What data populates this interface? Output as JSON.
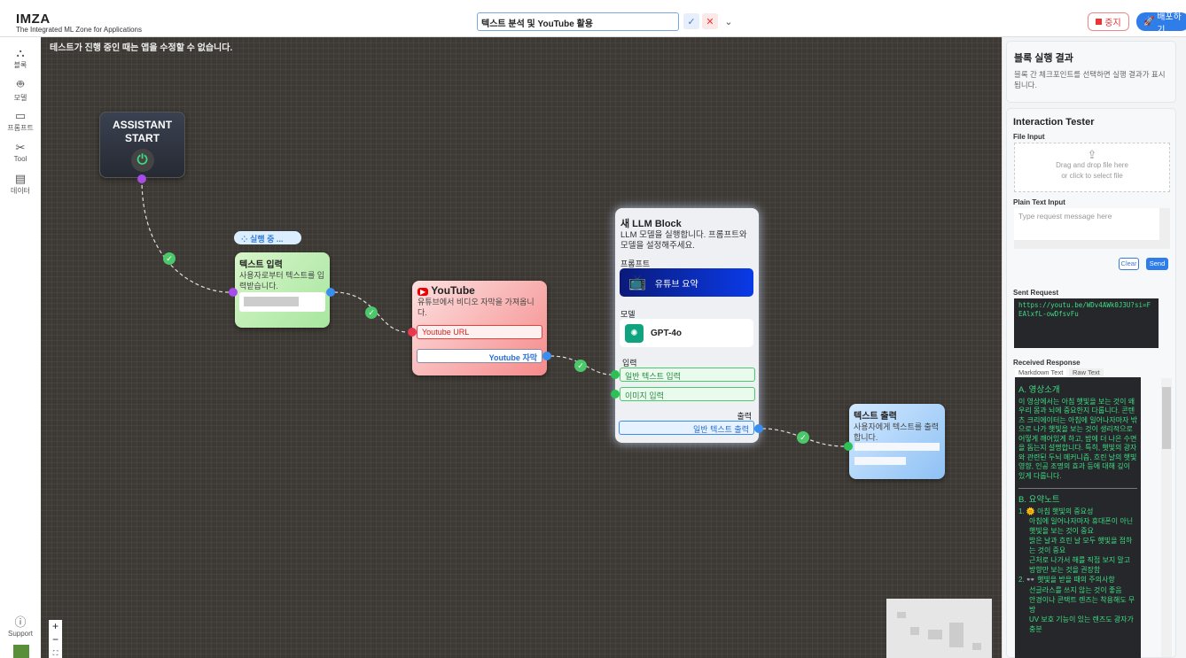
{
  "app": {
    "name": "IMZA",
    "subtitle": "The Integrated ML Zone for Applications"
  },
  "header": {
    "title_value": "텍스트 분석 및 YouTube 활용",
    "stop_label": "중지",
    "deploy_label": "배포하기"
  },
  "sidebar": {
    "items": [
      {
        "label": "블록",
        "icon": "blocks-icon"
      },
      {
        "label": "모델",
        "icon": "robot-icon"
      },
      {
        "label": "프롬프트",
        "icon": "terminal-icon"
      },
      {
        "label": "Tool",
        "icon": "tools-icon"
      },
      {
        "label": "데이터",
        "icon": "table-icon"
      }
    ],
    "support": "Support"
  },
  "canvas": {
    "notice": "테스트가 진행 중인 때는 앱을 수정할 수 없습니다.",
    "start": {
      "line1": "ASSISTANT",
      "line2": "START"
    },
    "running_badge": "실행 중 ...",
    "text_input": {
      "title": "텍스트 입력",
      "desc": "사용자로부터 텍스트를 입력받습니다."
    },
    "youtube": {
      "logo": "YouTube",
      "desc": "유튜브에서 비디오 자막을 가져옵니다.",
      "input": "Youtube URL",
      "output": "Youtube 자막"
    },
    "llm": {
      "title": "새 LLM Block",
      "desc": "LLM 모델을 실행합니다. 프롬프트와 모델을 설정해주세요.",
      "prompt_label": "프롬프트",
      "prompt_name": "유튜브 요약",
      "model_label": "모델",
      "model_name": "GPT-4o",
      "input_label": "입력",
      "inputs": [
        "일반 텍스트 입력",
        "이미지 입력"
      ],
      "output_label": "출력",
      "output": "일반 텍스트 출력"
    },
    "text_output": {
      "title": "텍스트 출력",
      "desc": "사용자에게 텍스트를 출력합니다."
    },
    "zoom": {
      "in": "+",
      "out": "−"
    }
  },
  "right": {
    "result_title": "블록 실행 결과",
    "result_desc": "블록 간 체크포인트를 선택하면 실행 결과가 표시됩니다.",
    "tester_title": "Interaction Tester",
    "file_label": "File Input",
    "file_hint1": "Drag and drop file here",
    "file_hint2": "or click to select file",
    "text_label": "Plain Text Input",
    "text_placeholder": "Type request message here",
    "clear": "Clear",
    "send": "Send",
    "sent_label": "Sent Request",
    "sent_value": "https://youtu.be/WDv4AWk0J3U?si=FEAlxfL-owDfsvFu",
    "recv_label": "Received Response",
    "tabs": [
      "Markdown Text",
      "Raw Text"
    ],
    "response": {
      "h1": "A. 영상소개",
      "p1": "이 영상에서는 아침 햇빛을 보는 것이 왜 우리 몸과 뇌에 중요한지 다룹니다. 콘텐츠 크리에이터는 아침에 일어나자마자 밖으로 나가 햇빛을 보는 것이 생리적으로 어떻게 깨어있게 하고, 밤에 더 나은 수면을 돕는지 설명합니다. 특히, 햇빛의 광자와 관련된 두뇌 메커니즘, 흐린 날의 햇빛 영향, 인공 조명의 효과 등에 대해 깊이 있게 다룹니다.",
      "h2": "B. 요약노트",
      "s1": "1. 🌞 아침 햇빛의 중요성",
      "s1_items": [
        "아침에 일어나자마자 휴대폰이 아닌 햇빛을 보는 것이 중요",
        "밝은 날과 흐린 날 모두 햇빛을 접하는 것이 중요",
        "근처로 나가서 해를 직접 보지 말고 방향만 보는 것을 권장함"
      ],
      "s2": "2. 👓 햇빛을 받을 때의 주의사항",
      "s2_items": [
        "선글라스를 쓰지 않는 것이 좋음",
        "안경이나 콘택트 렌즈는 착용해도 무방",
        "UV 보호 기능이 있는 렌즈도 광자가 충분"
      ]
    }
  }
}
